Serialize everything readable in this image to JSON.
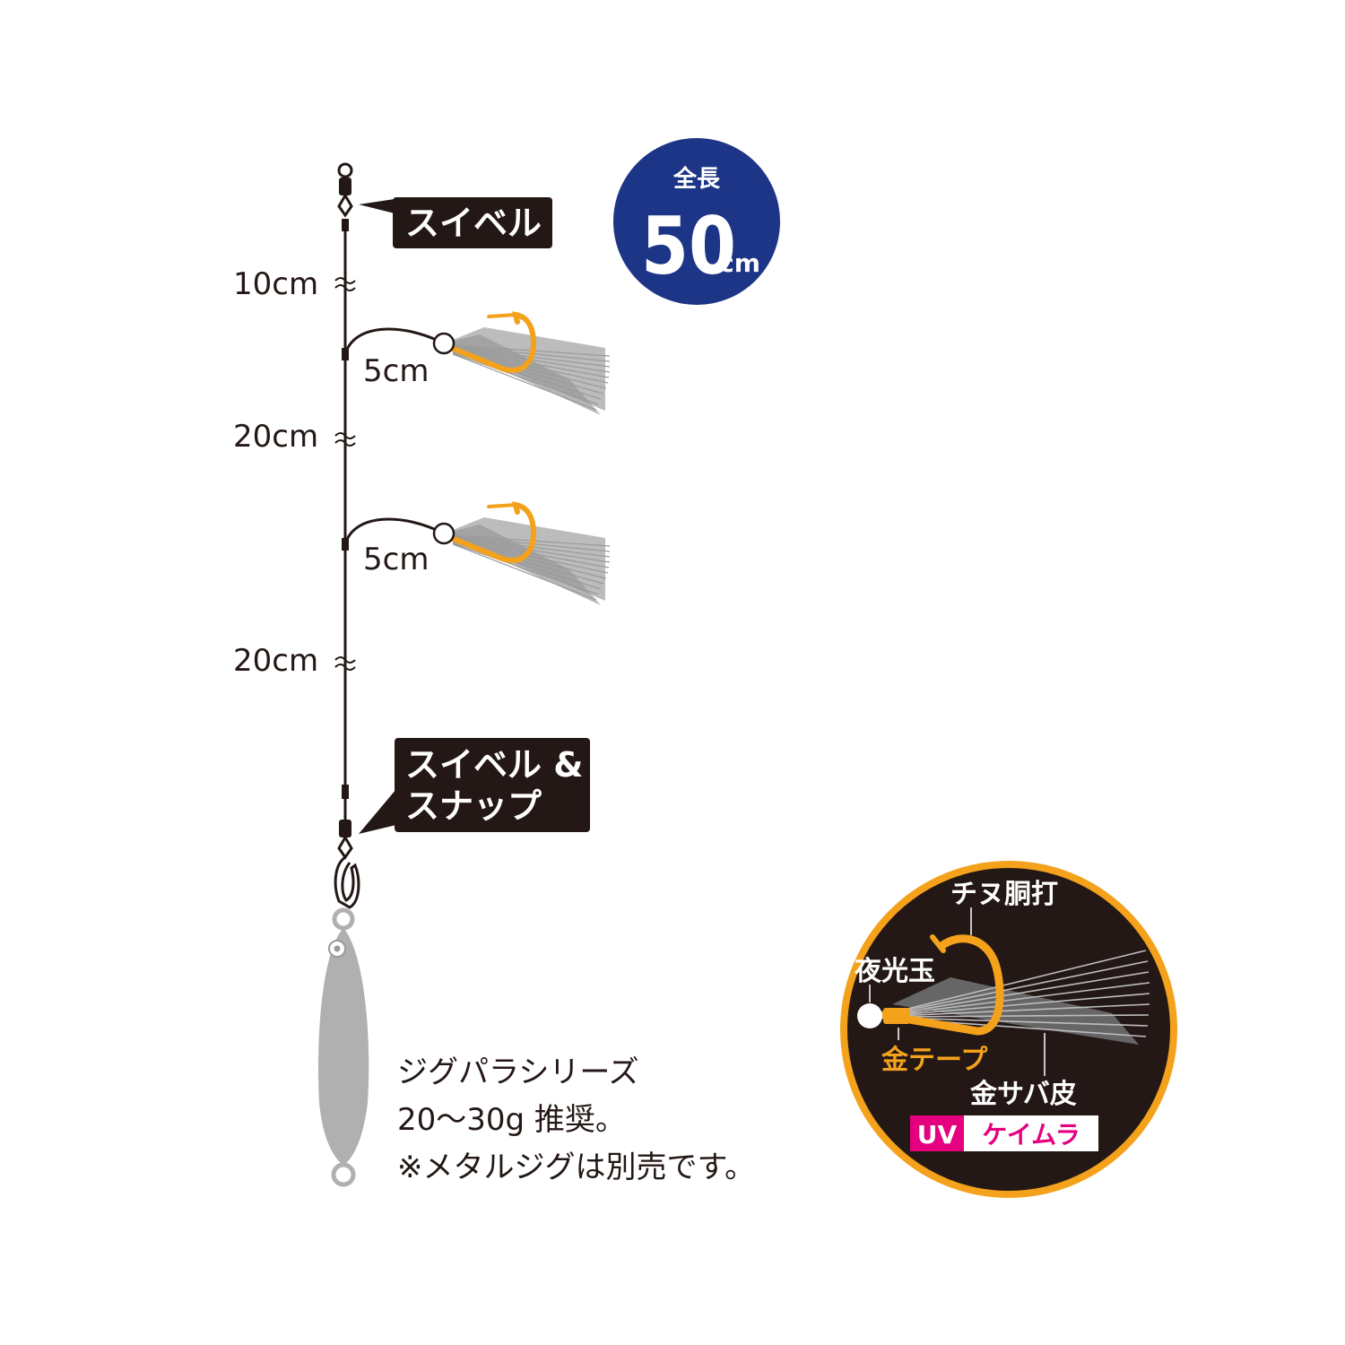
{
  "total_length": {
    "label": "全長",
    "value": "50",
    "unit": "cm"
  },
  "labels": {
    "swivel": "スイベル",
    "swivel_snap_line1": "スイベル &",
    "swivel_snap_line2": "スナップ"
  },
  "dimensions": {
    "top": "10cm",
    "branch1": "5cm",
    "middle": "20cm",
    "branch2": "5cm",
    "bottom": "20cm"
  },
  "note": {
    "line1": "ジグパラシリーズ",
    "line2": "20〜30g 推奨。",
    "line3": "※メタルジグは別売です。"
  },
  "detail": {
    "hook": "チヌ胴打",
    "bead": "夜光玉",
    "tape": "金テープ",
    "skin": "金サバ皮",
    "uv_badge": "UV",
    "uv_label": "ケイムラ"
  },
  "colors": {
    "navy": "#1d3587",
    "gold": "#f4a11c",
    "dark": "#231815",
    "magenta": "#e4007f",
    "feather": "#a9a9a9"
  }
}
